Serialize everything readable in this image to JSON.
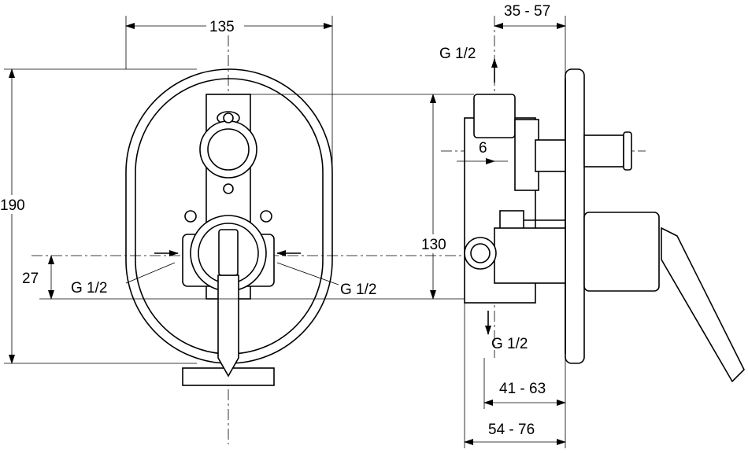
{
  "dimensions": {
    "width_front": "135",
    "height_total": "190",
    "offset_lower": "27",
    "height_body": "130",
    "depth_plate": "35 - 57",
    "offset_small": "6",
    "depth_mid": "41 - 63",
    "depth_total": "54 - 76"
  },
  "connections": {
    "top": "G 1/2",
    "bottom": "G 1/2",
    "left": "G 1/2",
    "right": "G 1/2"
  }
}
